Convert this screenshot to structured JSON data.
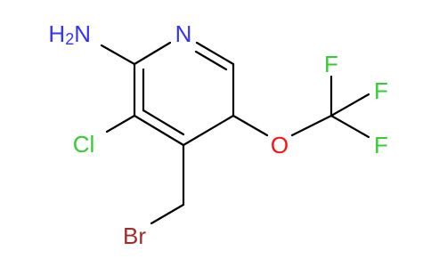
{
  "molecule": {
    "atoms": {
      "amine": {
        "main": "H",
        "sub": "2",
        "tail": "N",
        "color": "#3333ff"
      },
      "ring_nitrogen": {
        "text": "N",
        "color": "#3333ff"
      },
      "chlorine": {
        "text": "Cl",
        "color": "#33cc33"
      },
      "bromine": {
        "text": "Br",
        "color": "#a52a2a"
      },
      "oxygen": {
        "text": "O",
        "color": "#ff0d0d"
      },
      "fluorine_top": {
        "text": "F",
        "color": "#33cc33"
      },
      "fluorine_right": {
        "text": "F",
        "color": "#33cc33"
      },
      "fluorine_bottom": {
        "text": "F",
        "color": "#33cc33"
      }
    }
  }
}
